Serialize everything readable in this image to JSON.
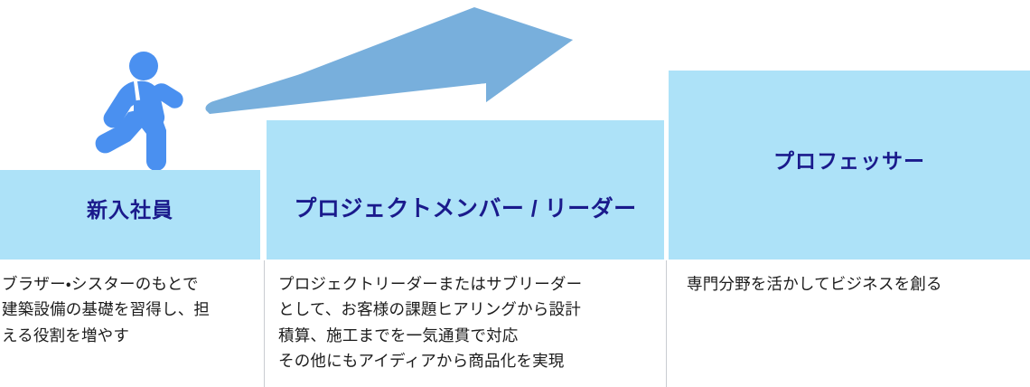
{
  "diagram": {
    "type": "career-path-staircase",
    "title_visible": false,
    "colors": {
      "step_fill": "#ade2f8",
      "step_label": "#1a1a8c",
      "arrow": "#78afdc",
      "runner": "#4a90f0",
      "divider": "#c9ccd1",
      "body_text": "#1c1c1c",
      "background": "#ffffff"
    },
    "steps": [
      {
        "id": "step-1",
        "label": "新入社員",
        "description_lines": [
          "ブラザー・シスターのもとで",
          "建築設備の基礎を習得し、担",
          "える役割を増やす"
        ]
      },
      {
        "id": "step-2",
        "label": "プロジェクトメンバー / リーダー",
        "description_lines": [
          "プロジェクトリーダーまたはサブリーダー",
          "として、お客様の課題ヒアリングから設計",
          "積算、施工までを一気通貫で対応",
          "その他にもアイディアから商品化を実現"
        ]
      },
      {
        "id": "step-3",
        "label": "プロフェッサー",
        "description_lines": [
          "専門分野を活かしてビジネスを創る"
        ]
      }
    ],
    "graphics": {
      "arrow": "growth-arrow-up-right",
      "figure": "running-person-pictogram"
    }
  }
}
